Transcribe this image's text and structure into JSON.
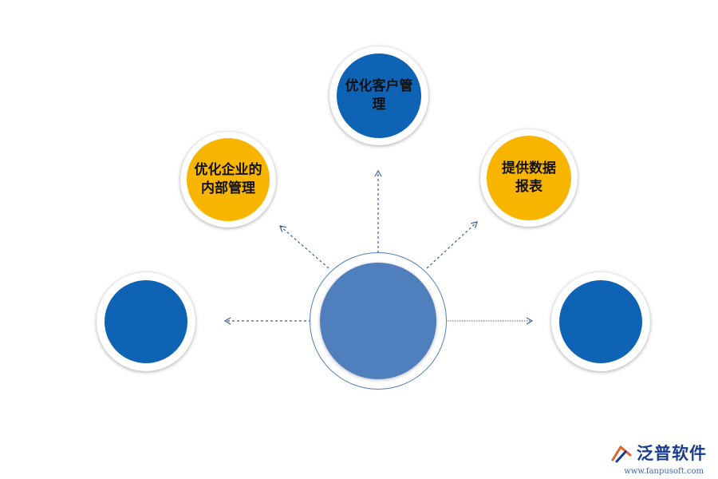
{
  "nodes": {
    "top": {
      "label_line1": "优化客户管",
      "label_line2": "理",
      "color": "#0f63b5"
    },
    "upper_left": {
      "label_line1": "优化企业的",
      "label_line2": "内部管理",
      "color": "#f7b500"
    },
    "upper_right": {
      "label_line1": "提供数据",
      "label_line2": "报表",
      "color": "#f7b500"
    },
    "left": {
      "color": "#0f63b5"
    },
    "right": {
      "color": "#0f63b5"
    },
    "center": {
      "color": "#4f7fbd"
    }
  },
  "logo": {
    "title": "泛普软件",
    "url": "www.fanpusoft.com"
  }
}
